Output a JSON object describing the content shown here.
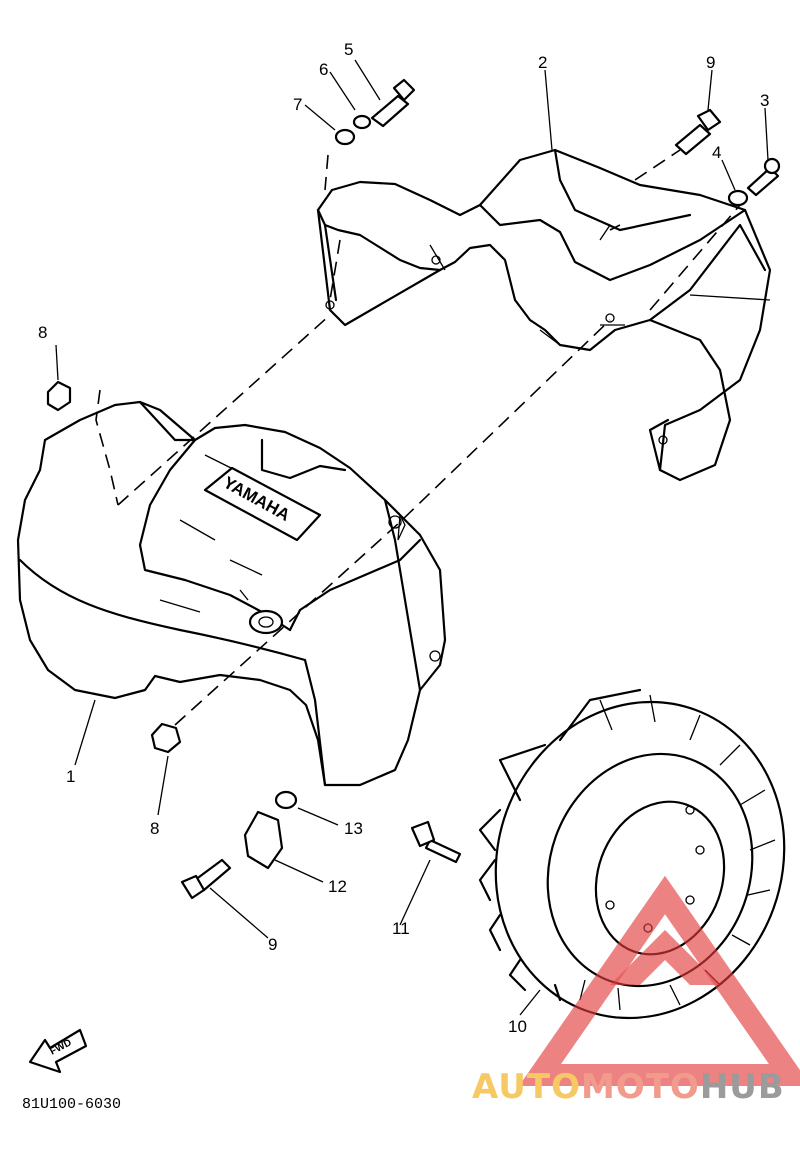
{
  "diagram": {
    "drawing_code": "81U100-6030",
    "badge_text": "YAMAHA",
    "fwd_text": "FWD",
    "callouts": [
      {
        "id": "1",
        "label": "1"
      },
      {
        "id": "2",
        "label": "2"
      },
      {
        "id": "3",
        "label": "3"
      },
      {
        "id": "4",
        "label": "4"
      },
      {
        "id": "5",
        "label": "5"
      },
      {
        "id": "6",
        "label": "6"
      },
      {
        "id": "7",
        "label": "7"
      },
      {
        "id": "8a",
        "label": "8"
      },
      {
        "id": "8b",
        "label": "8"
      },
      {
        "id": "9a",
        "label": "9"
      },
      {
        "id": "9b",
        "label": "9"
      },
      {
        "id": "10",
        "label": "10"
      },
      {
        "id": "11",
        "label": "11"
      },
      {
        "id": "12",
        "label": "12"
      },
      {
        "id": "13",
        "label": "13"
      }
    ]
  },
  "watermark": {
    "part1": "AUTO",
    "part2": "MOTO",
    "part3": "HUB",
    "colors": {
      "part1": "#f5c04a",
      "part2": "#f08a78",
      "part3": "#8a8a8a",
      "triangle": "#e23b3b"
    }
  }
}
